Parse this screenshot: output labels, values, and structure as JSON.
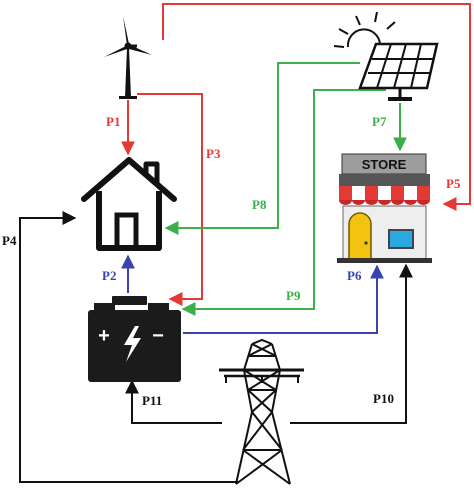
{
  "colors": {
    "red": "#e53935",
    "green": "#3cae4a",
    "blue": "#3a44b0",
    "black": "#111111"
  },
  "nodes": {
    "wind_turbine": {
      "icon": "wind-turbine-icon"
    },
    "solar_panel": {
      "icon": "solar-panel-icon"
    },
    "home": {
      "icon": "house-icon"
    },
    "store": {
      "icon": "store-icon",
      "sign": "STORE"
    },
    "battery": {
      "icon": "battery-icon",
      "plus": "+",
      "minus": "−"
    },
    "grid": {
      "icon": "power-pylon-icon"
    }
  },
  "flows": [
    {
      "id": "P1",
      "label": "P1",
      "from": "wind_turbine",
      "to": "home",
      "color": "red"
    },
    {
      "id": "P2",
      "label": "P2",
      "from": "battery",
      "to": "home",
      "color": "blue"
    },
    {
      "id": "P3",
      "label": "P3",
      "from": "wind_turbine",
      "to": "battery",
      "color": "red"
    },
    {
      "id": "P4",
      "label": "P4",
      "from": "grid",
      "to": "home",
      "color": "black"
    },
    {
      "id": "P5",
      "label": "P5",
      "from": "wind_turbine",
      "to": "store",
      "color": "red"
    },
    {
      "id": "P6",
      "label": "P6",
      "from": "battery",
      "to": "store",
      "color": "blue"
    },
    {
      "id": "P7",
      "label": "P7",
      "from": "solar_panel",
      "to": "store",
      "color": "green"
    },
    {
      "id": "P8",
      "label": "P8",
      "from": "solar_panel",
      "to": "home",
      "color": "green"
    },
    {
      "id": "P9",
      "label": "P9",
      "from": "solar_panel",
      "to": "battery",
      "color": "green"
    },
    {
      "id": "P10",
      "label": "P10",
      "from": "grid",
      "to": "store",
      "color": "black"
    },
    {
      "id": "P11",
      "label": "P11",
      "from": "grid",
      "to": "battery",
      "color": "black"
    }
  ]
}
